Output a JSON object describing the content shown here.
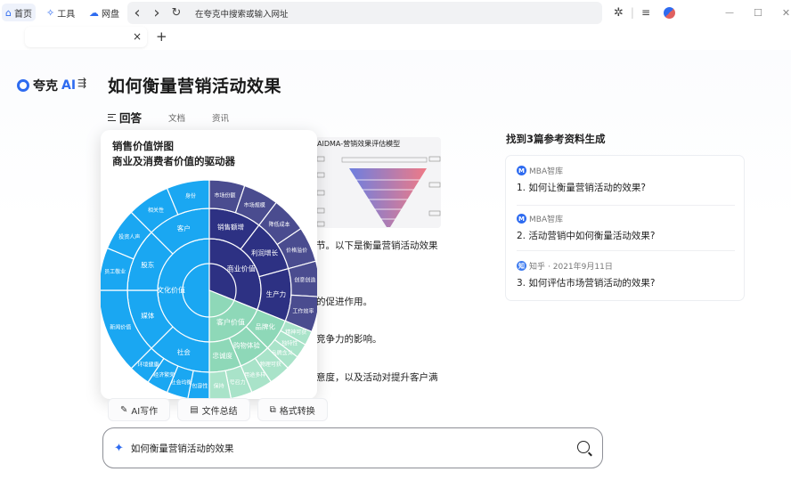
{
  "browser": {
    "nav": [
      {
        "label": "首页",
        "icon": "home-icon"
      },
      {
        "label": "工具",
        "icon": "sparkle-tools-icon"
      },
      {
        "label": "网盘",
        "icon": "cloud-icon"
      }
    ],
    "address_placeholder": "在夸克中搜索或输入网址",
    "back": "‹",
    "forward": "›",
    "reload": "↻",
    "tab_close": "×",
    "tab_add": "+",
    "window": {
      "minimize": "—",
      "maximize": "☐",
      "close": "✕"
    }
  },
  "app": {
    "logo_text": "夸克",
    "logo_ai": "AI",
    "collapse_icon": "⇶"
  },
  "page": {
    "title": "如何衡量营销活动效果",
    "tabs": [
      {
        "label": "回答",
        "active": true
      },
      {
        "label": "文档",
        "active": false
      },
      {
        "label": "资讯",
        "active": false
      }
    ],
    "funnel_image_title": "AIDMA-营销效果评估模型",
    "answer_lines": [
      "节。以下是衡量营销活动效果",
      "的促进作用。",
      "竞争力的影响。",
      "意度，以及活动对提升客户满"
    ]
  },
  "popup": {
    "title_line1": "销售价值饼图",
    "title_line2": "商业及消费者价值的驱动器"
  },
  "chart_data": {
    "type": "sunburst",
    "title": "销售价值饼图",
    "subtitle": "商业及消费者价值的驱动器",
    "colors": {
      "culture": "#1aa7f2",
      "business": "#2d3183",
      "business_outer": "#4a4c8f",
      "customer": "#8ed8b8",
      "customer_outer": "#a9e3c9"
    },
    "rings": [
      {
        "name": "文化价值",
        "children": [
          {
            "name": "社会",
            "children": [
              "包容性",
              "社会均衡",
              "经济繁荣",
              "环境健康"
            ]
          },
          {
            "name": "媒体",
            "children": [
              "新闻价值"
            ]
          },
          {
            "name": "股东",
            "children": [
              "员工敬业度",
              "投资人声誉"
            ]
          },
          {
            "name": "客户",
            "children": [
              "相关性",
              "身份"
            ]
          }
        ]
      },
      {
        "name": "商业价值",
        "children": [
          {
            "name": "销售额增长",
            "children": [
              "市场份额",
              "市场规模"
            ]
          },
          {
            "name": "利润增长",
            "children": [
              "降低成本",
              "价格溢价"
            ]
          },
          {
            "name": "生产力",
            "children": [
              "创意创造",
              "工作效率"
            ]
          }
        ]
      },
      {
        "name": "客户价值",
        "children": [
          {
            "name": "品牌化",
            "children": [
              "精神可获得性",
              "独特性",
              "品牌含义"
            ]
          },
          {
            "name": "购物体验",
            "children": [
              "物理可获得性",
              "用途多样化"
            ]
          },
          {
            "name": "忠诚度",
            "children": [
              "号召力",
              "保持"
            ]
          }
        ]
      }
    ]
  },
  "references": {
    "heading": "找到3篇参考资料生成",
    "items": [
      {
        "source": "MBA智库",
        "badge": "M",
        "date": "",
        "title": "1. 如何让衡量营销活动的效果?"
      },
      {
        "source": "MBA智库",
        "badge": "M",
        "date": "",
        "title": "2. 活动营销中如何衡量活动效果?"
      },
      {
        "source": "知乎",
        "badge": "知",
        "date": " · 2021年9月11日",
        "title": "3. 如何评估市场营销活动的效果?"
      }
    ]
  },
  "tools": [
    {
      "label": "AI写作",
      "icon": "pen-sparkle-icon",
      "glyph": "✎"
    },
    {
      "label": "文件总结",
      "icon": "file-summary-icon",
      "glyph": "▤"
    },
    {
      "label": "格式转换",
      "icon": "format-convert-icon",
      "glyph": "⧉"
    }
  ],
  "search": {
    "value": "如何衡量营销活动的效果"
  }
}
